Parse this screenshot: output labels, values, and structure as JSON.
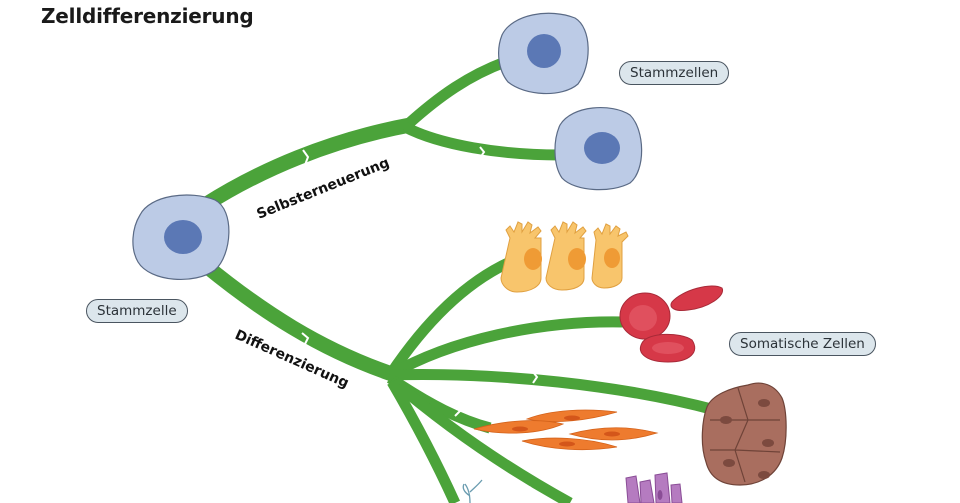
{
  "title": "Zelldifferenzierung",
  "labels": {
    "stem_cells": "Stammzellen",
    "stem_cell": "Stammzelle",
    "somatic_cells": "Somatische Zellen",
    "self_renewal": "Selbsterneuerung",
    "differentiation": "Differenzierung"
  },
  "colors": {
    "path_green": "#4ba33a",
    "stem_cell_fill": "#bccbe6",
    "stem_nucleus": "#5b78b5",
    "epithelial_fill": "#f8c56c",
    "epithelial_nucleus": "#ef9b35",
    "red_blood_cell": "#d63848",
    "muscle_fill": "#ee7b2e",
    "tissue_fill": "#a96e5f",
    "columnar_fill": "#b57bc0",
    "pill_bg": "#dce6ec"
  },
  "cells": [
    {
      "name": "stem-cell-source",
      "type": "Stammzelle"
    },
    {
      "name": "stem-cell-daughter-1",
      "type": "Stammzelle"
    },
    {
      "name": "stem-cell-daughter-2",
      "type": "Stammzelle"
    },
    {
      "name": "epithelial-cells",
      "type": "Somatische Zelle"
    },
    {
      "name": "red-blood-cells",
      "type": "Somatische Zelle"
    },
    {
      "name": "tissue-cells",
      "type": "Somatische Zelle"
    },
    {
      "name": "smooth-muscle-cells",
      "type": "Somatische Zelle"
    },
    {
      "name": "nerve-cell",
      "type": "Somatische Zelle"
    },
    {
      "name": "columnar-cells",
      "type": "Somatische Zelle"
    }
  ]
}
